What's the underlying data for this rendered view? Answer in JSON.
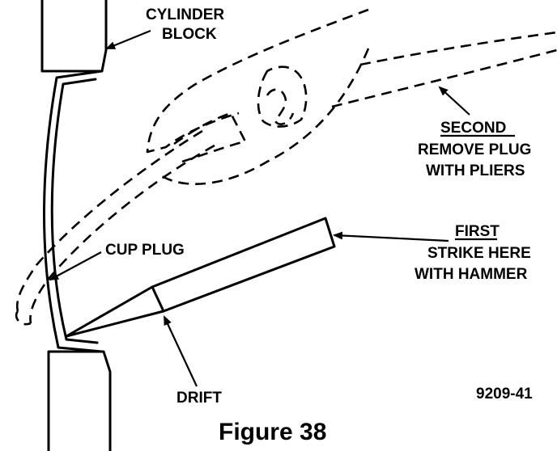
{
  "figure": {
    "caption": "Figure 38",
    "code": "9209-41"
  },
  "labels": {
    "cylinder_block_1": "CYLINDER",
    "cylinder_block_2": "BLOCK",
    "second_title": "SECOND",
    "second_line1": "REMOVE PLUG",
    "second_line2": "WITH PLIERS",
    "first_title": "FIRST",
    "first_line1": "STRIKE HERE",
    "first_line2": "WITH HAMMER",
    "cup_plug": "CUP PLUG",
    "drift": "DRIFT"
  }
}
